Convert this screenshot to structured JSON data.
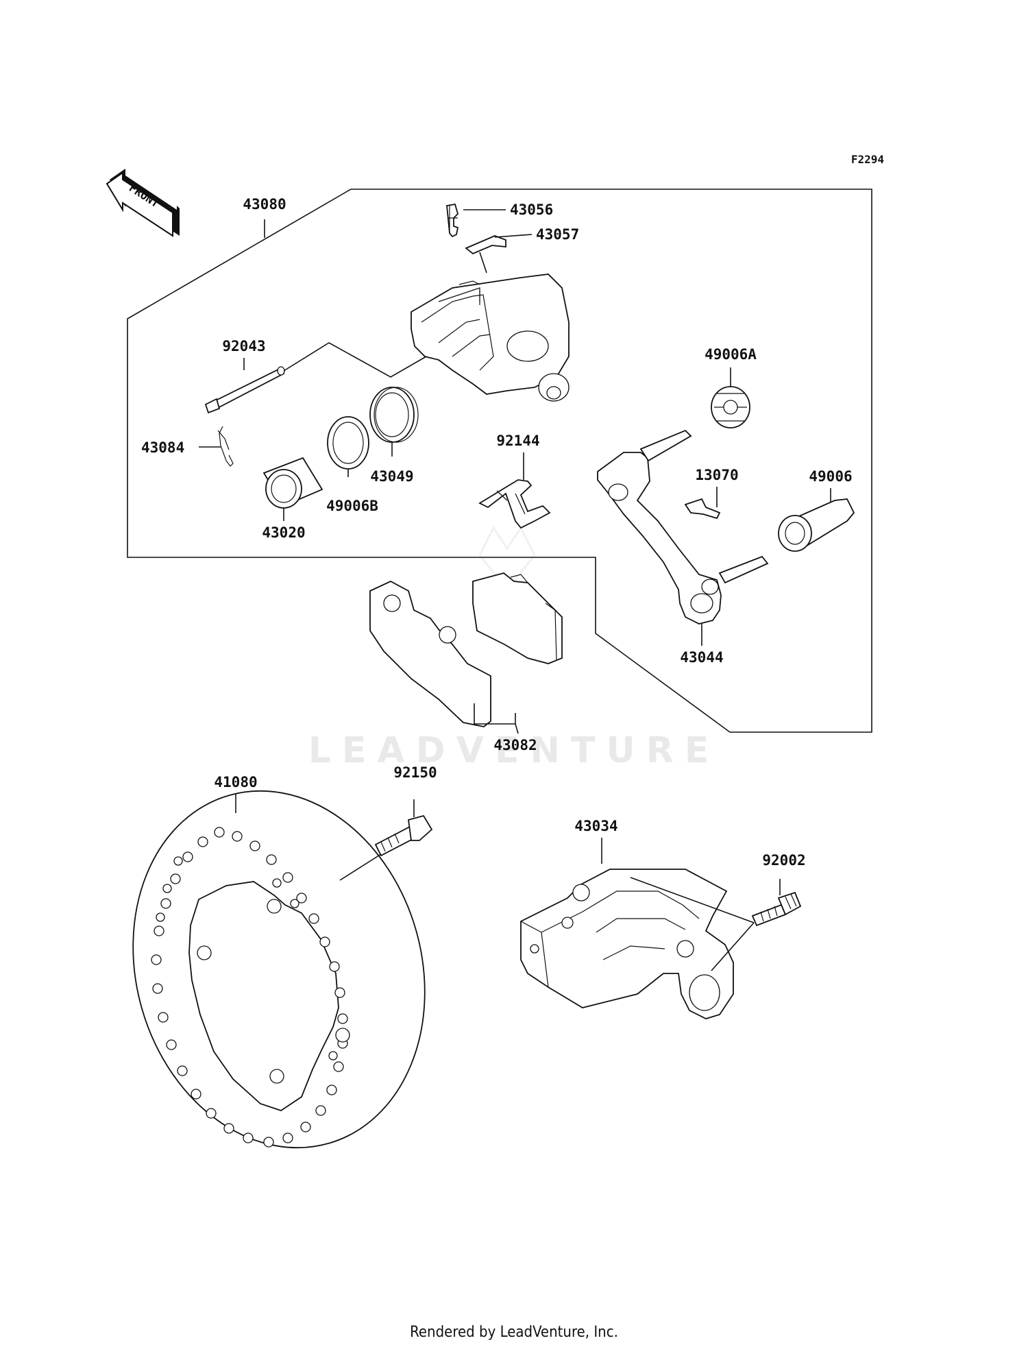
{
  "figure_code": "F2294",
  "front_label": "FRONT",
  "watermark": "LEADVENTURE",
  "footer": "Rendered by LeadVenture, Inc.",
  "parts": [
    {
      "id": "43080"
    },
    {
      "id": "43056"
    },
    {
      "id": "43057"
    },
    {
      "id": "92043"
    },
    {
      "id": "43084"
    },
    {
      "id": "43049"
    },
    {
      "id": "49006B"
    },
    {
      "id": "43020"
    },
    {
      "id": "92144"
    },
    {
      "id": "49006A"
    },
    {
      "id": "13070"
    },
    {
      "id": "49006"
    },
    {
      "id": "43044"
    },
    {
      "id": "43082"
    },
    {
      "id": "41080"
    },
    {
      "id": "92150"
    },
    {
      "id": "43034"
    },
    {
      "id": "92002"
    }
  ]
}
